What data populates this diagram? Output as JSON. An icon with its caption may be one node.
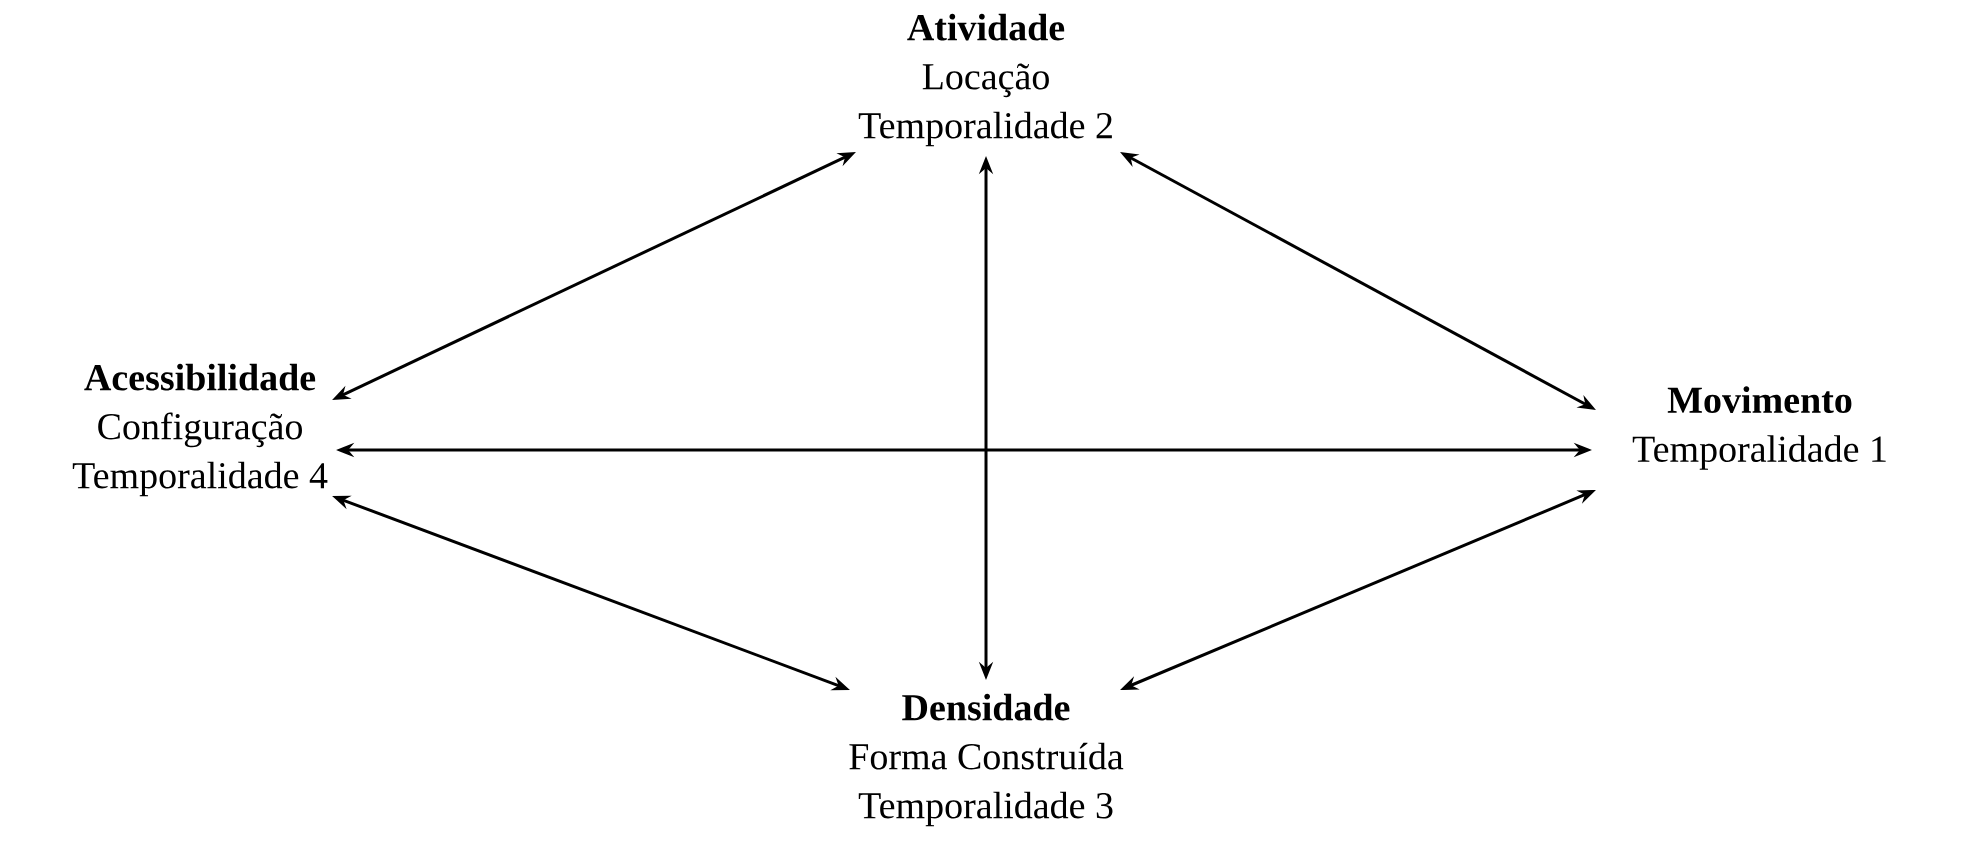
{
  "diagram": {
    "nodes": [
      {
        "text": [
          "Atividade",
          "Locação",
          "Temporalidade 2"
        ]
      },
      {
        "text": [
          "Acessibilidade",
          "Configuração",
          "Temporalidade 4"
        ]
      },
      {
        "text": [
          "Movimento",
          "Temporalidade 1"
        ]
      },
      {
        "text": [
          "Densidade",
          "Forma Construída",
          "Temporalidade 3"
        ]
      }
    ],
    "edges": [
      {
        "from": 0,
        "to": 1,
        "arrow": "both"
      },
      {
        "from": 0,
        "to": 2,
        "arrow": "both"
      },
      {
        "from": 0,
        "to": 3,
        "arrow": "both"
      },
      {
        "from": 1,
        "to": 2,
        "arrow": "both"
      },
      {
        "from": 1,
        "to": 3,
        "arrow": "both"
      },
      {
        "from": 2,
        "to": 3,
        "arrow": "both"
      }
    ]
  }
}
